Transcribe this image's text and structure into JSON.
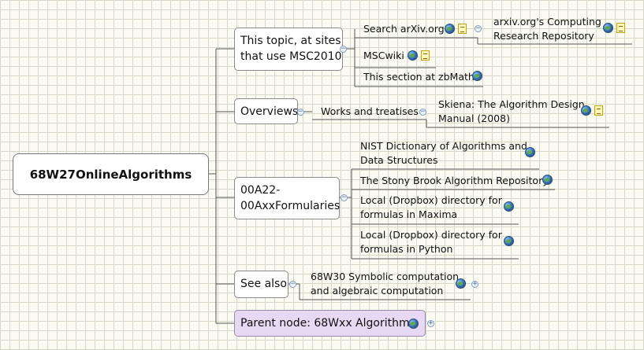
{
  "central": {
    "label": "68W27OnlineAlgorithms"
  },
  "topics": {
    "msc": {
      "line1": "This topic, at sites",
      "line2": "that use MSC2010"
    },
    "overviews": {
      "label": "Overviews"
    },
    "formularies": {
      "line1": "00A22-",
      "line2": "00AxxFormularies"
    },
    "see_also": {
      "label": "See also"
    },
    "parent": {
      "label": "Parent node: 68Wxx Algorithms"
    }
  },
  "leaves": {
    "search_arxiv": "Search arXiv.org",
    "arxiv_cr_1": "arxiv.org's Computing",
    "arxiv_cr_2": "Research Repository",
    "mscwiki": "MSCwiki",
    "zbmath": "This section at zbMath",
    "works": "Works and treatises",
    "skiena_1": "Skiena: The Algorithm Design",
    "skiena_2": "Manual (2008)",
    "nist_1": "NIST Dictionary of Algorithms and",
    "nist_2": "Data Structures",
    "stony": "The Stony Brook Algorithm Repository",
    "maxima_1": "Local (Dropbox) directory for",
    "maxima_2": "formulas in Maxima",
    "python_1": "Local (Dropbox) directory for",
    "python_2": "formulas in Python",
    "symbolic_1": "68W30 Symbolic computation",
    "symbolic_2": "and algebraic computation"
  },
  "icons": {
    "link": "globe-icon",
    "note": "note-icon",
    "collapse": "minus",
    "expand": "plus"
  },
  "colors": {
    "grid": "#d7d9c8",
    "parent_fill": "#e7d8f4",
    "toggle": "#7f9cc0"
  }
}
